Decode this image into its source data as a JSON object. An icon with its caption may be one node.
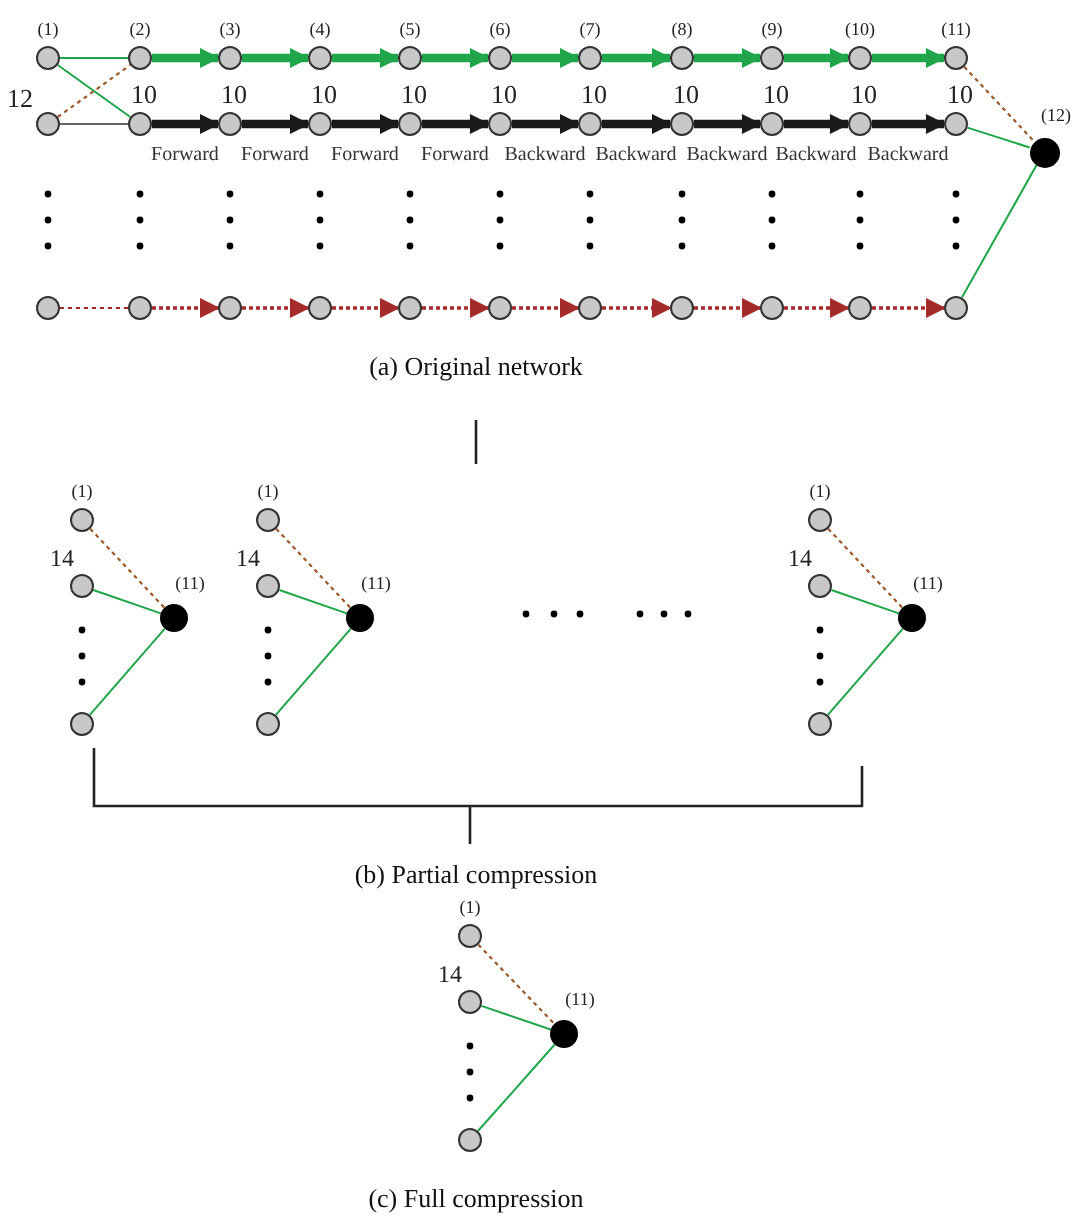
{
  "diagram": {
    "nodes": [
      {
        "text": [],
        "shape": "circle",
        "beside": [
          "(1)"
        ]
      },
      {
        "text": [],
        "shape": "circle",
        "beside": [
          "(2)"
        ]
      },
      {
        "text": [],
        "shape": "circle",
        "beside": [
          "(3)"
        ]
      },
      {
        "text": [],
        "shape": "circle",
        "beside": [
          "(4)"
        ]
      },
      {
        "text": [],
        "shape": "circle",
        "beside": [
          "(5)"
        ]
      },
      {
        "text": [],
        "shape": "circle",
        "beside": [
          "(6)"
        ]
      },
      {
        "text": [],
        "shape": "circle",
        "beside": [
          "(7)"
        ]
      },
      {
        "text": [],
        "shape": "circle",
        "beside": [
          "(8)"
        ]
      },
      {
        "text": [],
        "shape": "circle",
        "beside": [
          "(9)"
        ]
      },
      {
        "text": [],
        "shape": "circle",
        "beside": [
          "(10)"
        ]
      },
      {
        "text": [],
        "shape": "circle",
        "beside": [
          "(11)"
        ]
      },
      {
        "text": [],
        "shape": "circle",
        "beside": [
          "12"
        ]
      },
      {
        "text": [],
        "shape": "circle",
        "beside": [
          "10"
        ]
      },
      {
        "text": [],
        "shape": "circle",
        "beside": [
          "10"
        ]
      },
      {
        "text": [],
        "shape": "circle",
        "beside": [
          "10"
        ]
      },
      {
        "text": [],
        "shape": "circle",
        "beside": [
          "10"
        ]
      },
      {
        "text": [],
        "shape": "circle",
        "beside": [
          "10"
        ]
      },
      {
        "text": [],
        "shape": "circle",
        "beside": [
          "10"
        ]
      },
      {
        "text": [],
        "shape": "circle",
        "beside": [
          "10"
        ]
      },
      {
        "text": [],
        "shape": "circle",
        "beside": [
          "10"
        ]
      },
      {
        "text": [],
        "shape": "circle",
        "beside": [
          "10"
        ]
      },
      {
        "text": [],
        "shape": "circle",
        "beside": [
          "10"
        ]
      },
      {
        "text": [],
        "shape": "circle"
      },
      {
        "text": [],
        "shape": "circle"
      },
      {
        "text": [],
        "shape": "circle"
      },
      {
        "text": [],
        "shape": "circle"
      },
      {
        "text": [],
        "shape": "circle"
      },
      {
        "text": [],
        "shape": "circle"
      },
      {
        "text": [],
        "shape": "circle"
      },
      {
        "text": [],
        "shape": "circle"
      },
      {
        "text": [],
        "shape": "circle"
      },
      {
        "text": [],
        "shape": "circle"
      },
      {
        "text": [],
        "shape": "circle"
      },
      {
        "text": [],
        "shape": "circle",
        "beside": [
          "(12)"
        ]
      },
      {
        "text": [],
        "shape": "circle",
        "beside": [
          "(1)"
        ]
      },
      {
        "text": [],
        "shape": "circle",
        "beside": [
          "14"
        ]
      },
      {
        "text": [],
        "shape": "circle"
      },
      {
        "text": [],
        "shape": "circle",
        "beside": [
          "(11)"
        ]
      },
      {
        "text": [],
        "shape": "circle",
        "beside": [
          "(1)"
        ]
      },
      {
        "text": [],
        "shape": "circle",
        "beside": [
          "14"
        ]
      },
      {
        "text": [],
        "shape": "circle"
      },
      {
        "text": [],
        "shape": "circle",
        "beside": [
          "(11)"
        ]
      },
      {
        "text": [],
        "shape": "circle",
        "beside": [
          "(1)"
        ]
      },
      {
        "text": [],
        "shape": "circle",
        "beside": [
          "14"
        ]
      },
      {
        "text": [],
        "shape": "circle"
      },
      {
        "text": [],
        "shape": "circle",
        "beside": [
          "(11)"
        ]
      },
      {
        "text": [],
        "shape": "circle",
        "beside": [
          "(1)"
        ]
      },
      {
        "text": [],
        "shape": "circle",
        "beside": [
          "14"
        ]
      },
      {
        "text": [],
        "shape": "circle"
      },
      {
        "text": [],
        "shape": "circle",
        "beside": [
          "(11)"
        ]
      }
    ],
    "edges": [
      {
        "from": 0,
        "to": 1,
        "arrow": "none"
      },
      {
        "from": 0,
        "to": 12,
        "arrow": "none"
      },
      {
        "from": 11,
        "to": 1,
        "arrow": "none",
        "style": "dashed",
        "color": "#9c5a2a"
      },
      {
        "from": 11,
        "to": 12,
        "arrow": "none",
        "color": "#666666"
      },
      {
        "from": 1,
        "to": 2,
        "arrow": "to",
        "style": "thick"
      },
      {
        "from": 2,
        "to": 3,
        "arrow": "to",
        "style": "thick"
      },
      {
        "from": 3,
        "to": 4,
        "arrow": "to",
        "style": "thick"
      },
      {
        "from": 4,
        "to": 5,
        "arrow": "to",
        "style": "thick"
      },
      {
        "from": 5,
        "to": 6,
        "arrow": "to",
        "style": "thick"
      },
      {
        "from": 6,
        "to": 7,
        "arrow": "to",
        "style": "thick"
      },
      {
        "from": 7,
        "to": 8,
        "arrow": "to",
        "style": "thick"
      },
      {
        "from": 8,
        "to": 9,
        "arrow": "to",
        "style": "thick"
      },
      {
        "from": 9,
        "to": 10,
        "arrow": "to",
        "style": "thick"
      },
      {
        "from": 12,
        "to": 13,
        "arrow": "to",
        "style": "thick",
        "color": "#1a1a1a",
        "label": "Forward"
      },
      {
        "from": 13,
        "to": 14,
        "arrow": "to",
        "style": "thick",
        "color": "#1a1a1a",
        "label": "Forward"
      },
      {
        "from": 14,
        "to": 15,
        "arrow": "to",
        "style": "thick",
        "color": "#1a1a1a",
        "label": "Forward"
      },
      {
        "from": 15,
        "to": 16,
        "arrow": "to",
        "style": "thick",
        "color": "#1a1a1a",
        "label": "Forward"
      },
      {
        "from": 16,
        "to": 17,
        "arrow": "to",
        "style": "thick",
        "color": "#1a1a1a",
        "label": "Backward"
      },
      {
        "from": 17,
        "to": 18,
        "arrow": "to",
        "style": "thick",
        "color": "#1a1a1a",
        "label": "Backward"
      },
      {
        "from": 18,
        "to": 19,
        "arrow": "to",
        "style": "thick",
        "color": "#1a1a1a",
        "label": "Backward"
      },
      {
        "from": 19,
        "to": 20,
        "arrow": "to",
        "style": "thick",
        "color": "#1a1a1a",
        "label": "Backward"
      },
      {
        "from": 20,
        "to": 21,
        "arrow": "to",
        "style": "thick",
        "color": "#1a1a1a",
        "label": "Backward"
      },
      {
        "from": 22,
        "to": 23,
        "arrow": "none",
        "style": "dashed",
        "color": "#a52a2a"
      },
      {
        "from": 23,
        "to": 24,
        "arrow": "to",
        "style": "dashed",
        "color": "#a52a2a"
      },
      {
        "from": 24,
        "to": 25,
        "arrow": "to",
        "style": "dashed",
        "color": "#a52a2a"
      },
      {
        "from": 25,
        "to": 26,
        "arrow": "to",
        "style": "dashed",
        "color": "#a52a2a"
      },
      {
        "from": 26,
        "to": 27,
        "arrow": "to",
        "style": "dashed",
        "color": "#a52a2a"
      },
      {
        "from": 27,
        "to": 28,
        "arrow": "to",
        "style": "dashed",
        "color": "#a52a2a"
      },
      {
        "from": 28,
        "to": 29,
        "arrow": "to",
        "style": "dashed",
        "color": "#a52a2a"
      },
      {
        "from": 29,
        "to": 30,
        "arrow": "to",
        "style": "dashed",
        "color": "#a52a2a"
      },
      {
        "from": 30,
        "to": 31,
        "arrow": "to",
        "style": "dashed",
        "color": "#a52a2a"
      },
      {
        "from": 31,
        "to": 32,
        "arrow": "to",
        "style": "dashed",
        "color": "#a52a2a"
      },
      {
        "from": 10,
        "to": 33,
        "arrow": "none",
        "style": "dashed",
        "color": "#9c5a2a"
      },
      {
        "from": 21,
        "to": 33,
        "arrow": "none"
      },
      {
        "from": 32,
        "to": 33,
        "arrow": "none"
      },
      {
        "from": 34,
        "to": 37,
        "arrow": "none",
        "style": "dashed",
        "color": "#9c5a2a"
      },
      {
        "from": 35,
        "to": 37,
        "arrow": "none"
      },
      {
        "from": 36,
        "to": 37,
        "arrow": "none"
      },
      {
        "from": 38,
        "to": 41,
        "arrow": "none",
        "style": "dashed",
        "color": "#9c5a2a"
      },
      {
        "from": 39,
        "to": 41,
        "arrow": "none"
      },
      {
        "from": 40,
        "to": 41,
        "arrow": "none"
      },
      {
        "from": 42,
        "to": 45,
        "arrow": "none",
        "style": "dashed",
        "color": "#9c5a2a"
      },
      {
        "from": 43,
        "to": 45,
        "arrow": "none"
      },
      {
        "from": 44,
        "to": 45,
        "arrow": "none"
      },
      {
        "from": 46,
        "to": 49,
        "arrow": "none",
        "style": "dashed",
        "color": "#9c5a2a"
      },
      {
        "from": 47,
        "to": 49,
        "arrow": "none"
      },
      {
        "from": 48,
        "to": 49,
        "arrow": "none"
      }
    ],
    "labels": [
      "(a) Original network",
      "(b) Partial compression",
      "(c) Full compression"
    ]
  }
}
